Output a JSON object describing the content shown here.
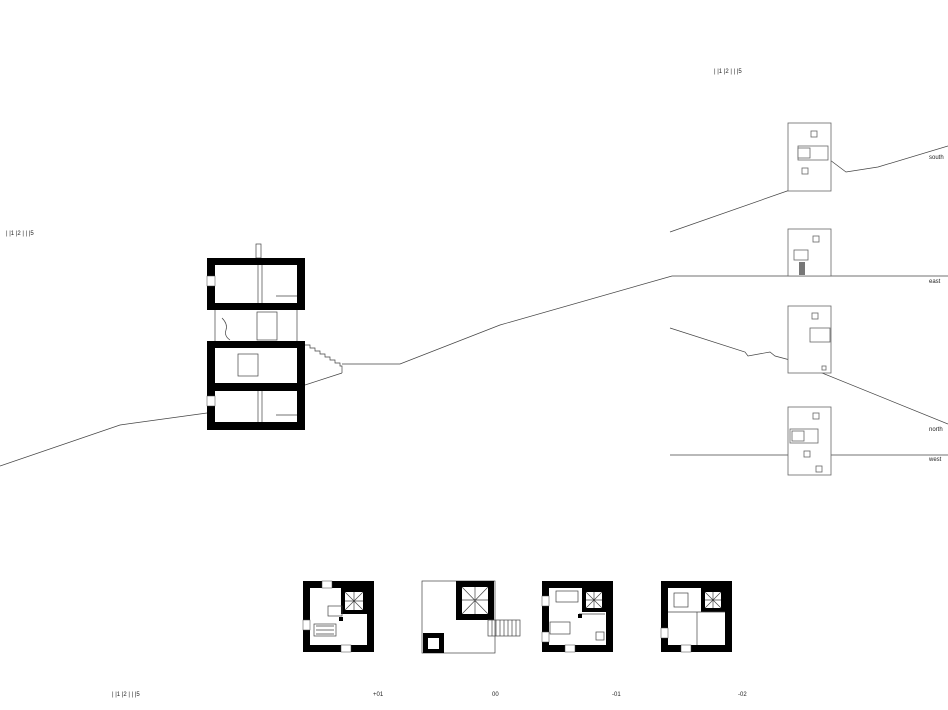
{
  "scale_bars": {
    "section": "| |1 |2 | | |5",
    "elevations": "| |1 |2 | | |5",
    "plans": "| |1 |2 | | |5"
  },
  "elevations": {
    "south": "south",
    "east": "east",
    "north": "north",
    "west": "west"
  },
  "plans": {
    "level_plus01": "+01",
    "level_00": "00",
    "level_minus01": "-01",
    "level_minus02": "-02"
  },
  "colors": {
    "wall": "#000000",
    "line": "#444444",
    "background": "#ffffff"
  }
}
